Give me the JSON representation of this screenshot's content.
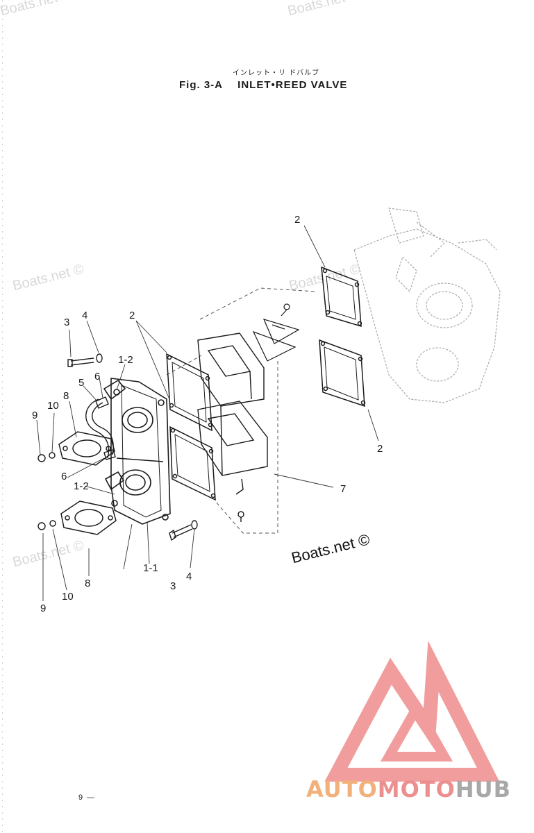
{
  "figure": {
    "title_jp": "インレット・リ ドバルブ",
    "title_code": "Fig. 3-A",
    "title_text": "INLET•REED VALVE"
  },
  "callouts": {
    "c1": "2",
    "c2": "3",
    "c3": "4",
    "c4": "2",
    "c5": "1-2",
    "c6": "5",
    "c7": "6",
    "c8": "8",
    "c9": "10",
    "c10": "9",
    "c11": "6",
    "c12": "1-2",
    "c13": "8",
    "c14": "10",
    "c15": "9",
    "c16": "1-1",
    "c17": "3",
    "c18": "4",
    "c19": "7",
    "c20": "2"
  },
  "watermarks": {
    "w1": "Boats.net ©",
    "w2": "Boats.net ©",
    "w3": "Boats.net ©",
    "w4": "Boats.net ©",
    "w5": "Boats.net ©",
    "dark": "Boats.net ©"
  },
  "page_number": "9",
  "page_dash": "—",
  "brand": {
    "part1": "AUTO",
    "part2": "MOTO",
    "part3": "HUB"
  },
  "colors": {
    "line": "#1a1a1a",
    "ghost": "#9a9a9a",
    "logo": "#ef8c8c",
    "brand_auto": "#f2b07a",
    "brand_hub": "#a8a8a8"
  }
}
